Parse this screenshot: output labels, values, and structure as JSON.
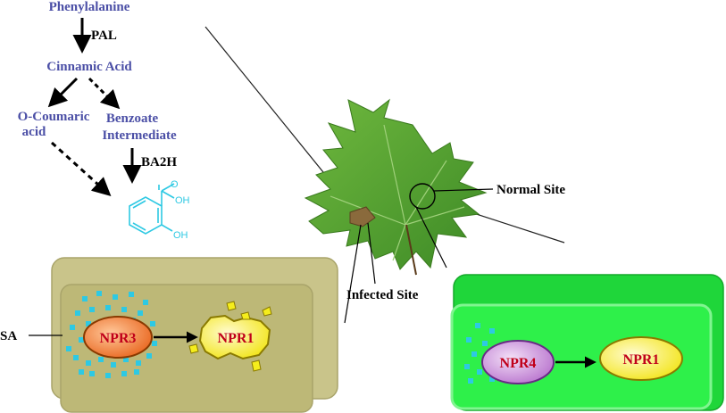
{
  "pathway": {
    "phenylalanine": "Phenylalanine",
    "pal": "PAL",
    "cinnamic_acid": "Cinnamic Acid",
    "o_coumaric_line1": "O-Coumaric",
    "o_coumaric_line2": "acid",
    "benzoate_line1": "Benzoate",
    "benzoate_line2": "Intermediate",
    "ba2h": "BA2H",
    "oh_top": "OH",
    "oh_bottom": "OH"
  },
  "leaf": {
    "normal_site": "Normal Site",
    "infected_site": "Infected Site"
  },
  "infected_cell": {
    "sa_label": "SA",
    "npr3": "NPR3",
    "npr1": "NPR1"
  },
  "normal_cell": {
    "npr4": "NPR4",
    "npr1": "NPR1"
  },
  "colors": {
    "pathway_text": "#4b4fa6",
    "protein_text": "#c0001a",
    "infected_cell_wall": "#c9c48a",
    "normal_cell_wall": "#1fd63a",
    "sa_molecules": "#2ec9e3",
    "npr3_fill": "#f07a28",
    "npr4_fill": "#d4a3df",
    "npr1_fill": "#f5ed1c",
    "leaf": "#4f9a2c"
  }
}
